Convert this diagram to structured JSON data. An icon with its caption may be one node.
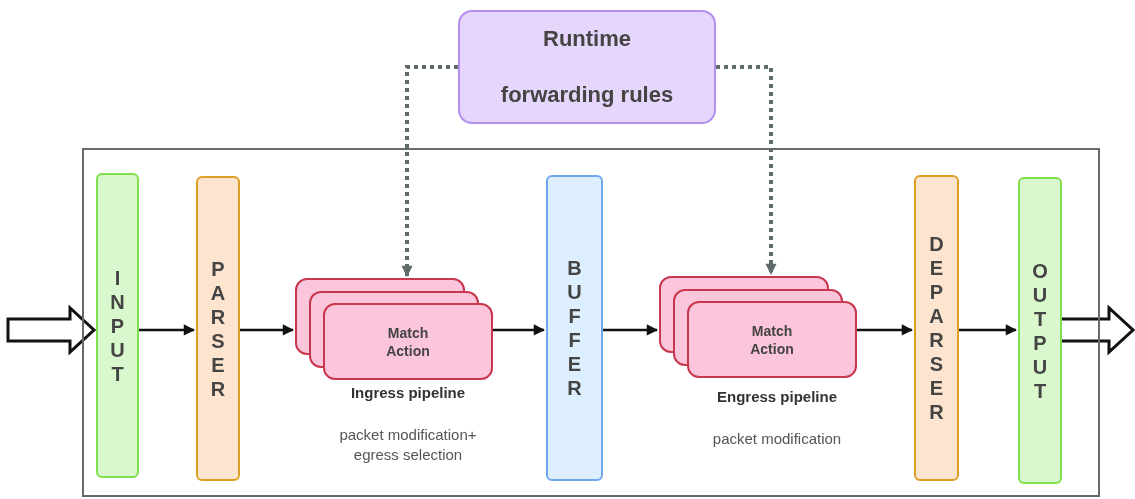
{
  "diagram": {
    "nodes": [
      {
        "text": [
          "Runtime forwarding rules"
        ]
      },
      {
        "text": [],
        "shape": "box"
      },
      {
        "text": [
          "INPUT"
        ],
        "in": 1
      },
      {
        "text": [
          "PARSER"
        ],
        "in": 1
      },
      {
        "text": [
          "Match Action"
        ],
        "in": 1,
        "beside": [
          "Ingress pipeline",
          "packet modification+ egress selection"
        ]
      },
      {
        "text": [
          "BUFFER"
        ],
        "in": 1
      },
      {
        "text": [
          "Match Action"
        ],
        "in": 1,
        "beside": [
          "Engress pipeline",
          "packet modification"
        ]
      },
      {
        "text": [
          "DEPARSER"
        ],
        "in": 1
      },
      {
        "text": [
          "OUTPUT"
        ],
        "in": 1
      }
    ],
    "edges": [
      {
        "from": null,
        "to": 2,
        "arrow": "to",
        "style": "thick"
      },
      {
        "from": 2,
        "to": 3,
        "arrow": "to"
      },
      {
        "from": 3,
        "to": 4,
        "arrow": "to"
      },
      {
        "from": 4,
        "to": 5,
        "arrow": "to"
      },
      {
        "from": 5,
        "to": 6,
        "arrow": "to"
      },
      {
        "from": 6,
        "to": 7,
        "arrow": "to"
      },
      {
        "from": 7,
        "to": 8,
        "arrow": "to"
      },
      {
        "from": 8,
        "to": null,
        "arrow": "to",
        "style": "thick"
      },
      {
        "from": 0,
        "to": 4,
        "arrow": "to",
        "style": "dashed",
        "color": "#5f6b6b"
      },
      {
        "from": 0,
        "to": 6,
        "arrow": "to",
        "style": "dashed",
        "color": "#5f6b6b"
      }
    ]
  }
}
